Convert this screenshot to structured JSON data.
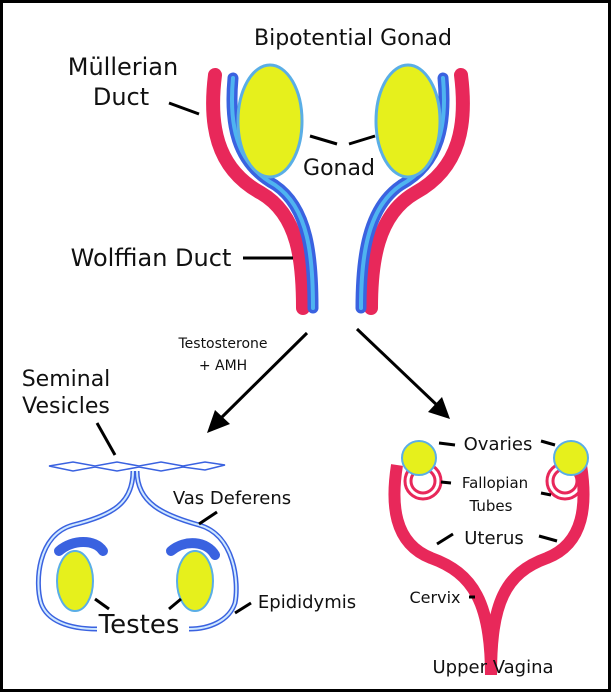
{
  "title": "Bipotential Gonad",
  "labels": {
    "mullerian_line1": "Müllerian",
    "mullerian_line2": "Duct",
    "gonad": "Gonad",
    "wolffian": "Wolffian Duct",
    "hormone_line1": "Testosterone",
    "hormone_line2": "+ AMH",
    "seminal_line1": "Seminal",
    "seminal_line2": "Vesicles",
    "vas_deferens": "Vas Deferens",
    "testes": "Testes",
    "epididymis": "Epididymis",
    "ovaries": "Ovaries",
    "fallopian_line1": "Fallopian",
    "fallopian_line2": "Tubes",
    "uterus": "Uterus",
    "cervix": "Cervix",
    "upper_vagina": "Upper Vagina"
  },
  "colors": {
    "mullerian_duct": "#e8285a",
    "wolffian_duct": "#3a62e0",
    "wolffian_light": "#4fb4f0",
    "gonad_fill": "#e6f01c",
    "gonad_outline": "#5aaee6",
    "leader": "#000000"
  }
}
